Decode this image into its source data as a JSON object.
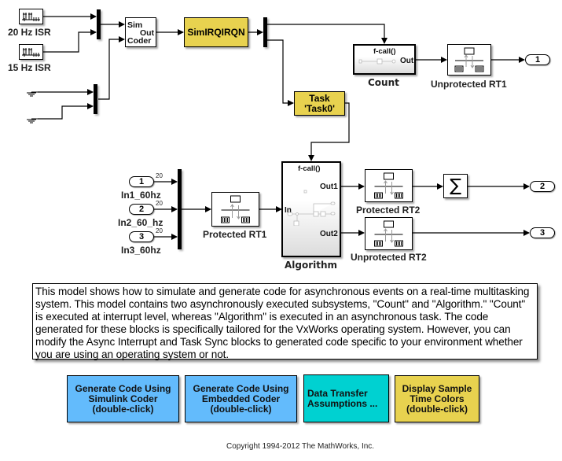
{
  "diagram": {
    "type": "simulink-model",
    "colors": {
      "async_block": "#e8d24f",
      "button_blue": "#63bbfc",
      "button_cyan": "#00d1d1",
      "button_yellow": "#e8d24f",
      "line": "#000000"
    },
    "sources": [
      {
        "id": "isr20",
        "label": "20 Hz ISR",
        "icon": "pulse-train-icon"
      },
      {
        "id": "isr15",
        "label": "15 Hz ISR",
        "icon": "pulse-train-icon"
      },
      {
        "id": "ground1",
        "icon": "ground-icon"
      },
      {
        "id": "ground2",
        "icon": "ground-icon"
      }
    ],
    "sim_coder": {
      "line1": "Sim",
      "line2": "Out",
      "line3": "Coder"
    },
    "async_interrupt": {
      "label": "SimIRQIRQN"
    },
    "task_sync": {
      "line1": "Task",
      "line2": "'Task0'"
    },
    "count": {
      "fcall": "f-call()",
      "out": "Out",
      "label": "Count"
    },
    "algorithm": {
      "fcall": "f-call()",
      "in": "In",
      "out1": "Out1",
      "out2": "Out2",
      "label": "Algorithm"
    },
    "rate_transitions": [
      {
        "id": "urt1",
        "label": "Unprotected RT1"
      },
      {
        "id": "prt1",
        "label": "Protected RT1"
      },
      {
        "id": "prt2",
        "label": "Protected RT2"
      },
      {
        "id": "urt2",
        "label": "Unprotected RT2"
      }
    ],
    "sum": {
      "symbol": "∑"
    },
    "inports": [
      {
        "num": "1",
        "label": "In1_60hz",
        "sample": "20"
      },
      {
        "num": "2",
        "label": "In2_60_hz",
        "sample": "20"
      },
      {
        "num": "3",
        "label": "In3_60hz",
        "sample": "20"
      }
    ],
    "outports": [
      {
        "num": "1"
      },
      {
        "num": "2"
      },
      {
        "num": "3"
      }
    ]
  },
  "note": "This model shows how to simulate and generate code for asynchronous events on a real-time multitasking system.  This model contains two asynchronously executed subsystems, \"Count\" and \"Algorithm.\" \"Count\" is executed at interrupt level, whereas \"Algorithm\" is executed in an asynchronous task. The code generated for these blocks is specifically tailored for the VxWorks operating system. However, you can modify the Async Interrupt and Task Sync blocks to generated code specific to your environment whether you are using an operating system or not.",
  "buttons": [
    {
      "label": "Generate Code Using\nSimulink Coder\n(double-click)",
      "color": "#63bbfc"
    },
    {
      "label": "Generate Code Using\nEmbedded Coder\n(double-click)",
      "color": "#63bbfc"
    },
    {
      "label": "Data Transfer\nAssumptions ...",
      "color": "#00d1d1"
    },
    {
      "label": "Display Sample\nTime Colors\n(double-click)",
      "color": "#e8d24f"
    }
  ],
  "copyright": "Copyright 1994-2012 The MathWorks, Inc."
}
